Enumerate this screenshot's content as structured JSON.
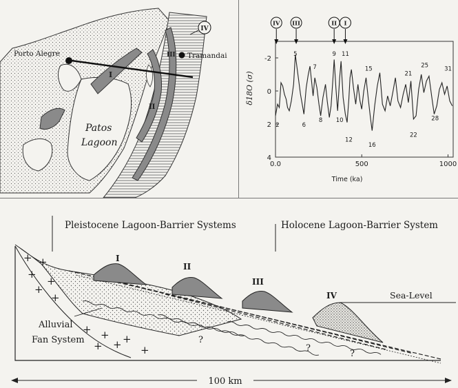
{
  "map": {
    "cities": [
      {
        "id": "porto-alegre",
        "label": "Porto Alegre"
      },
      {
        "id": "tramandai",
        "label": "Tramandai"
      }
    ],
    "lagoon_label_line1": "Patos",
    "lagoon_label_line2": "Lagoon",
    "barrier_labels": [
      "I",
      "II",
      "III"
    ],
    "barrier_iv_label": "IV"
  },
  "chart_data": {
    "type": "line",
    "title": "",
    "xlabel": "Time (ka)",
    "ylabel": "δ18O (σ)",
    "xlim": [
      0,
      1030
    ],
    "ylim": [
      4,
      -3
    ],
    "y_inverted": true,
    "xticks": [
      0.0,
      500,
      1000
    ],
    "xtick_labels": [
      "0.0",
      "500",
      "1000"
    ],
    "yticks": [
      -2,
      0,
      2,
      4
    ],
    "ytick_labels": [
      "-2",
      "0",
      "2",
      "4"
    ],
    "series": [
      {
        "x": [
          0,
          12,
          22,
          32,
          42,
          52,
          62,
          70,
          80,
          92,
          105,
          115,
          125,
          135,
          145,
          155,
          165,
          178,
          190,
          200,
          210,
          218,
          228,
          240,
          252,
          262,
          275,
          290,
          300,
          312,
          322,
          332,
          340,
          350,
          360,
          372,
          380,
          392,
          405,
          415,
          425,
          432,
          440,
          452,
          465,
          478,
          490,
          500,
          512,
          525,
          538,
          550,
          560,
          575,
          590,
          605,
          620,
          635,
          650,
          665,
          680,
          695,
          710,
          725,
          740,
          755,
          770,
          785,
          800,
          815,
          830,
          845,
          860,
          875,
          890,
          905,
          920,
          935,
          950,
          965,
          980,
          995,
          1010,
          1025
        ],
        "values": [
          1.5,
          0.8,
          1.0,
          -0.5,
          -0.3,
          0.2,
          0.5,
          1.0,
          1.2,
          0.6,
          -0.4,
          -2.2,
          -1.4,
          -0.6,
          0.2,
          0.8,
          1.4,
          -0.2,
          -1.0,
          -1.5,
          -0.5,
          0.3,
          -0.8,
          -0.2,
          0.8,
          1.5,
          0.4,
          -0.4,
          0.6,
          1.6,
          0.9,
          -0.6,
          -1.9,
          -0.2,
          1.2,
          -0.8,
          -1.8,
          0.4,
          1.4,
          1.9,
          0.5,
          -0.8,
          -1.3,
          -0.2,
          0.8,
          -0.4,
          0.6,
          1.1,
          0.0,
          -0.8,
          0.5,
          1.6,
          2.4,
          0.9,
          -0.3,
          -1.1,
          0.8,
          1.2,
          0.3,
          0.9,
          0.1,
          -0.8,
          0.6,
          1.0,
          0.2,
          -0.4,
          0.7,
          -0.6,
          1.7,
          1.5,
          -0.1,
          -1.0,
          0.1,
          -0.6,
          -0.9,
          0.3,
          1.4,
          0.9,
          -0.1,
          -0.5,
          0.2,
          -0.3,
          0.6,
          0.9
        ]
      }
    ],
    "stage_labels": [
      {
        "label": "2",
        "x": 12,
        "y": 2.0
      },
      {
        "label": "5",
        "x": 115,
        "y": -2.3
      },
      {
        "label": "6",
        "x": 165,
        "y": 2.0
      },
      {
        "label": "7",
        "x": 228,
        "y": -1.5
      },
      {
        "label": "8",
        "x": 262,
        "y": 1.7
      },
      {
        "label": "9",
        "x": 340,
        "y": -2.3
      },
      {
        "label": "10",
        "x": 372,
        "y": 1.7
      },
      {
        "label": "11",
        "x": 405,
        "y": -2.3
      },
      {
        "label": "12",
        "x": 425,
        "y": 2.9
      },
      {
        "label": "15",
        "x": 540,
        "y": -1.4
      },
      {
        "label": "16",
        "x": 560,
        "y": 3.2
      },
      {
        "label": "21",
        "x": 770,
        "y": -1.1
      },
      {
        "label": "22",
        "x": 800,
        "y": 2.6
      },
      {
        "label": "25",
        "x": 865,
        "y": -1.6
      },
      {
        "label": "28",
        "x": 925,
        "y": 1.6
      },
      {
        "label": "31",
        "x": 1000,
        "y": -1.4
      }
    ],
    "highstand_markers": [
      {
        "label": "IV",
        "x": 5
      },
      {
        "label": "III",
        "x": 120
      },
      {
        "label": "II",
        "x": 340
      },
      {
        "label": "I",
        "x": 405
      }
    ]
  },
  "section": {
    "left_heading": "Pleistocene Lagoon-Barrier Systems",
    "right_heading": "Holocene Lagoon-Barrier System",
    "barrier_labels": [
      "I",
      "II",
      "III",
      "IV"
    ],
    "sea_level_label": "Sea-Level",
    "fan_label_line1": "Alluvial",
    "fan_label_line2": "Fan System",
    "unknown_labels": [
      "?",
      "?",
      "?"
    ],
    "scale_label": "100 km"
  }
}
